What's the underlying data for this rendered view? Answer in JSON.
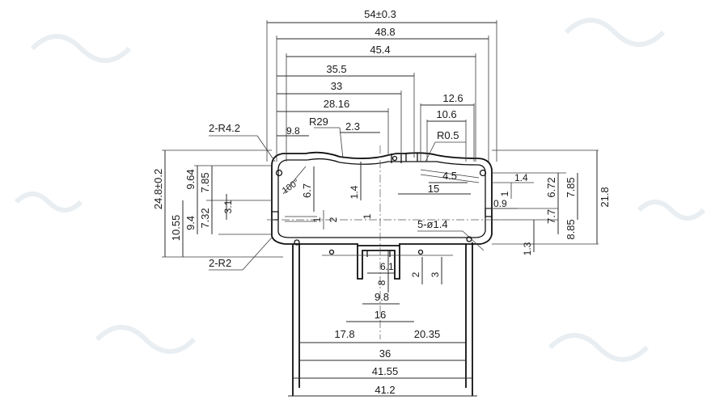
{
  "horizontal_dims": {
    "overall_width": "54±0.3",
    "d48_8": "48.8",
    "d45_4": "45.4",
    "d35_5": "35.5",
    "d33": "33",
    "d28_16": "28.16",
    "d12_6": "12.6",
    "d10_6": "10.6",
    "d9_8_top": "9.8",
    "d2_3": "2.3",
    "d4_5": "4.5",
    "d15": "15",
    "d17_8": "17.8",
    "d20_35": "20.35",
    "d36": "36",
    "d41_55": "41.55",
    "d41_2": "41.2",
    "d16": "16",
    "d9_8_bottom": "9.8",
    "d6_1": "6.1"
  },
  "vertical_dims": {
    "overall_height": "24.8±0.2",
    "d10_55": "10.55",
    "d9_4": "9.4",
    "d9_64": "9.64",
    "d7_32": "7.32",
    "d7_85_left": "7.85",
    "d3_1": "3.1",
    "d6_7": "6.7",
    "d1_4_mid": "1.4",
    "d1_a": "1",
    "d2_a": "2",
    "d1_b": "1",
    "d8": "8",
    "d2_b": "2",
    "d3": "3",
    "d21_8": "21.8",
    "d7_85_right": "7.85",
    "d6_72": "6.72",
    "d8_85": "8.85",
    "d7_7": "7.7",
    "d1_3": "1.3",
    "d1_right": "1",
    "d1_4_right": "1.4",
    "d0_9": "0.9"
  },
  "callouts": {
    "r4_2": "2-R4.2",
    "r2": "2-R2",
    "r29": "R29",
    "r0_5": "R0.5",
    "holes": "5-ø1.4",
    "angle": "100°"
  }
}
